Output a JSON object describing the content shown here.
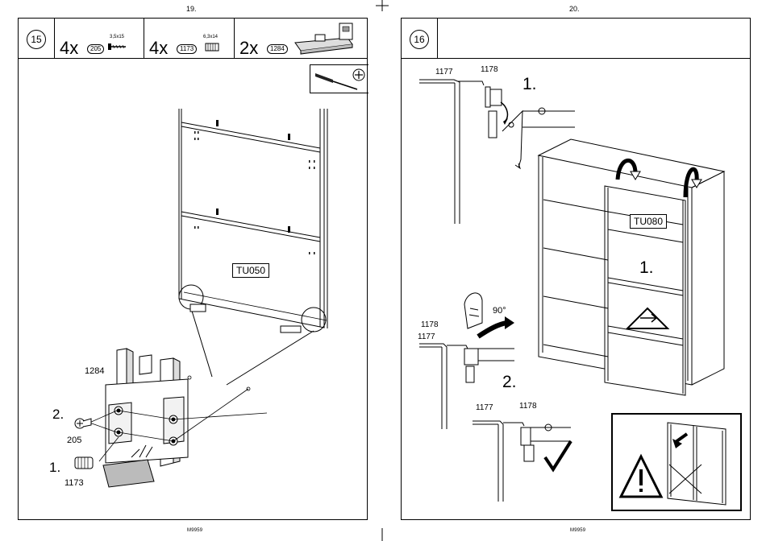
{
  "pages": {
    "left_number": "19.",
    "right_number": "20."
  },
  "footer": {
    "left_code": "M9959",
    "right_code": "M9959"
  },
  "step15": {
    "step_number": "15",
    "parts": [
      {
        "qty": "4x",
        "part_no": "205",
        "dimension": "3,5x15",
        "icon": "screw-icon"
      },
      {
        "qty": "4x",
        "part_no": "1173",
        "dimension": "6,3x14",
        "icon": "dowel-icon"
      },
      {
        "qty": "2x",
        "part_no": "1284",
        "dimension": "",
        "icon": "runner-fitting-icon"
      }
    ],
    "tool_icon": "phillips-screwdriver-icon",
    "panel_label": "TU050",
    "detail_labels": {
      "fitting": "1284",
      "step2": "2.",
      "screw": "205",
      "step1": "1.",
      "dowel": "1173"
    }
  },
  "step16": {
    "step_number": "16",
    "top_labels": {
      "left": "1177",
      "right": "1178",
      "step": "1."
    },
    "door_label": "TU080",
    "door_step": "1.",
    "rotate": {
      "label1": "1178",
      "label2": "1177",
      "angle": "90°",
      "step": "2."
    },
    "bottom_labels": {
      "left": "1177",
      "right": "1178"
    },
    "warning_icon": "warning-triangle-icon",
    "ok_icon": "checkmark-icon"
  }
}
